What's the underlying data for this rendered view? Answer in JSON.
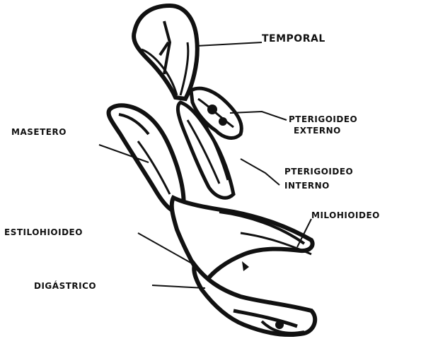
{
  "figure": {
    "labels": {
      "temporal": "TEMPORAL",
      "pterigoideo_externo_1": "PTERIGOIDEO",
      "pterigoideo_externo_2": "EXTERNO",
      "masetero": "MASETERO",
      "pterigoideo_interno_1": "PTERIGOIDEO",
      "pterigoideo_interno_2": "INTERNO",
      "milohioideo": "MILOHIOIDEO",
      "estilohioideo": "ESTILOHIOIDEO",
      "digastrico": "DIGÁSTRICO"
    },
    "colors": {
      "ink": "#111111",
      "paper": "#ffffff"
    }
  }
}
